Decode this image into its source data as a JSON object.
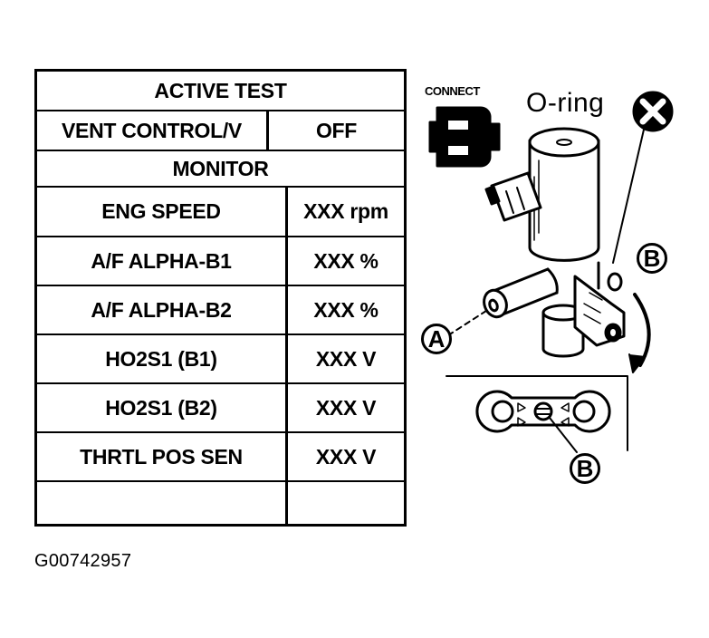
{
  "table": {
    "header": "ACTIVE TEST",
    "active_item": {
      "label": "VENT CONTROL/V",
      "value": "OFF"
    },
    "monitor_header": "MONITOR",
    "rows": [
      {
        "label": "ENG SPEED",
        "value": "XXX rpm"
      },
      {
        "label": "A/F ALPHA-B1",
        "value": "XXX %"
      },
      {
        "label": "A/F ALPHA-B2",
        "value": "XXX %"
      },
      {
        "label": "HO2S1 (B1)",
        "value": "XXX V"
      },
      {
        "label": "HO2S1 (B2)",
        "value": "XXX V"
      },
      {
        "label": "THRTL POS SEN",
        "value": "XXX V"
      },
      {
        "label": "",
        "value": ""
      }
    ]
  },
  "figure": {
    "connect_label": "CONNECT",
    "oring_label": "O-ring",
    "callout_a": "A",
    "callout_b": "B",
    "callout_b_detail": "B",
    "icons": [
      "connector-icon",
      "prohibited-x-icon",
      "rotation-arrow-icon"
    ]
  },
  "figure_code": "G00742957"
}
